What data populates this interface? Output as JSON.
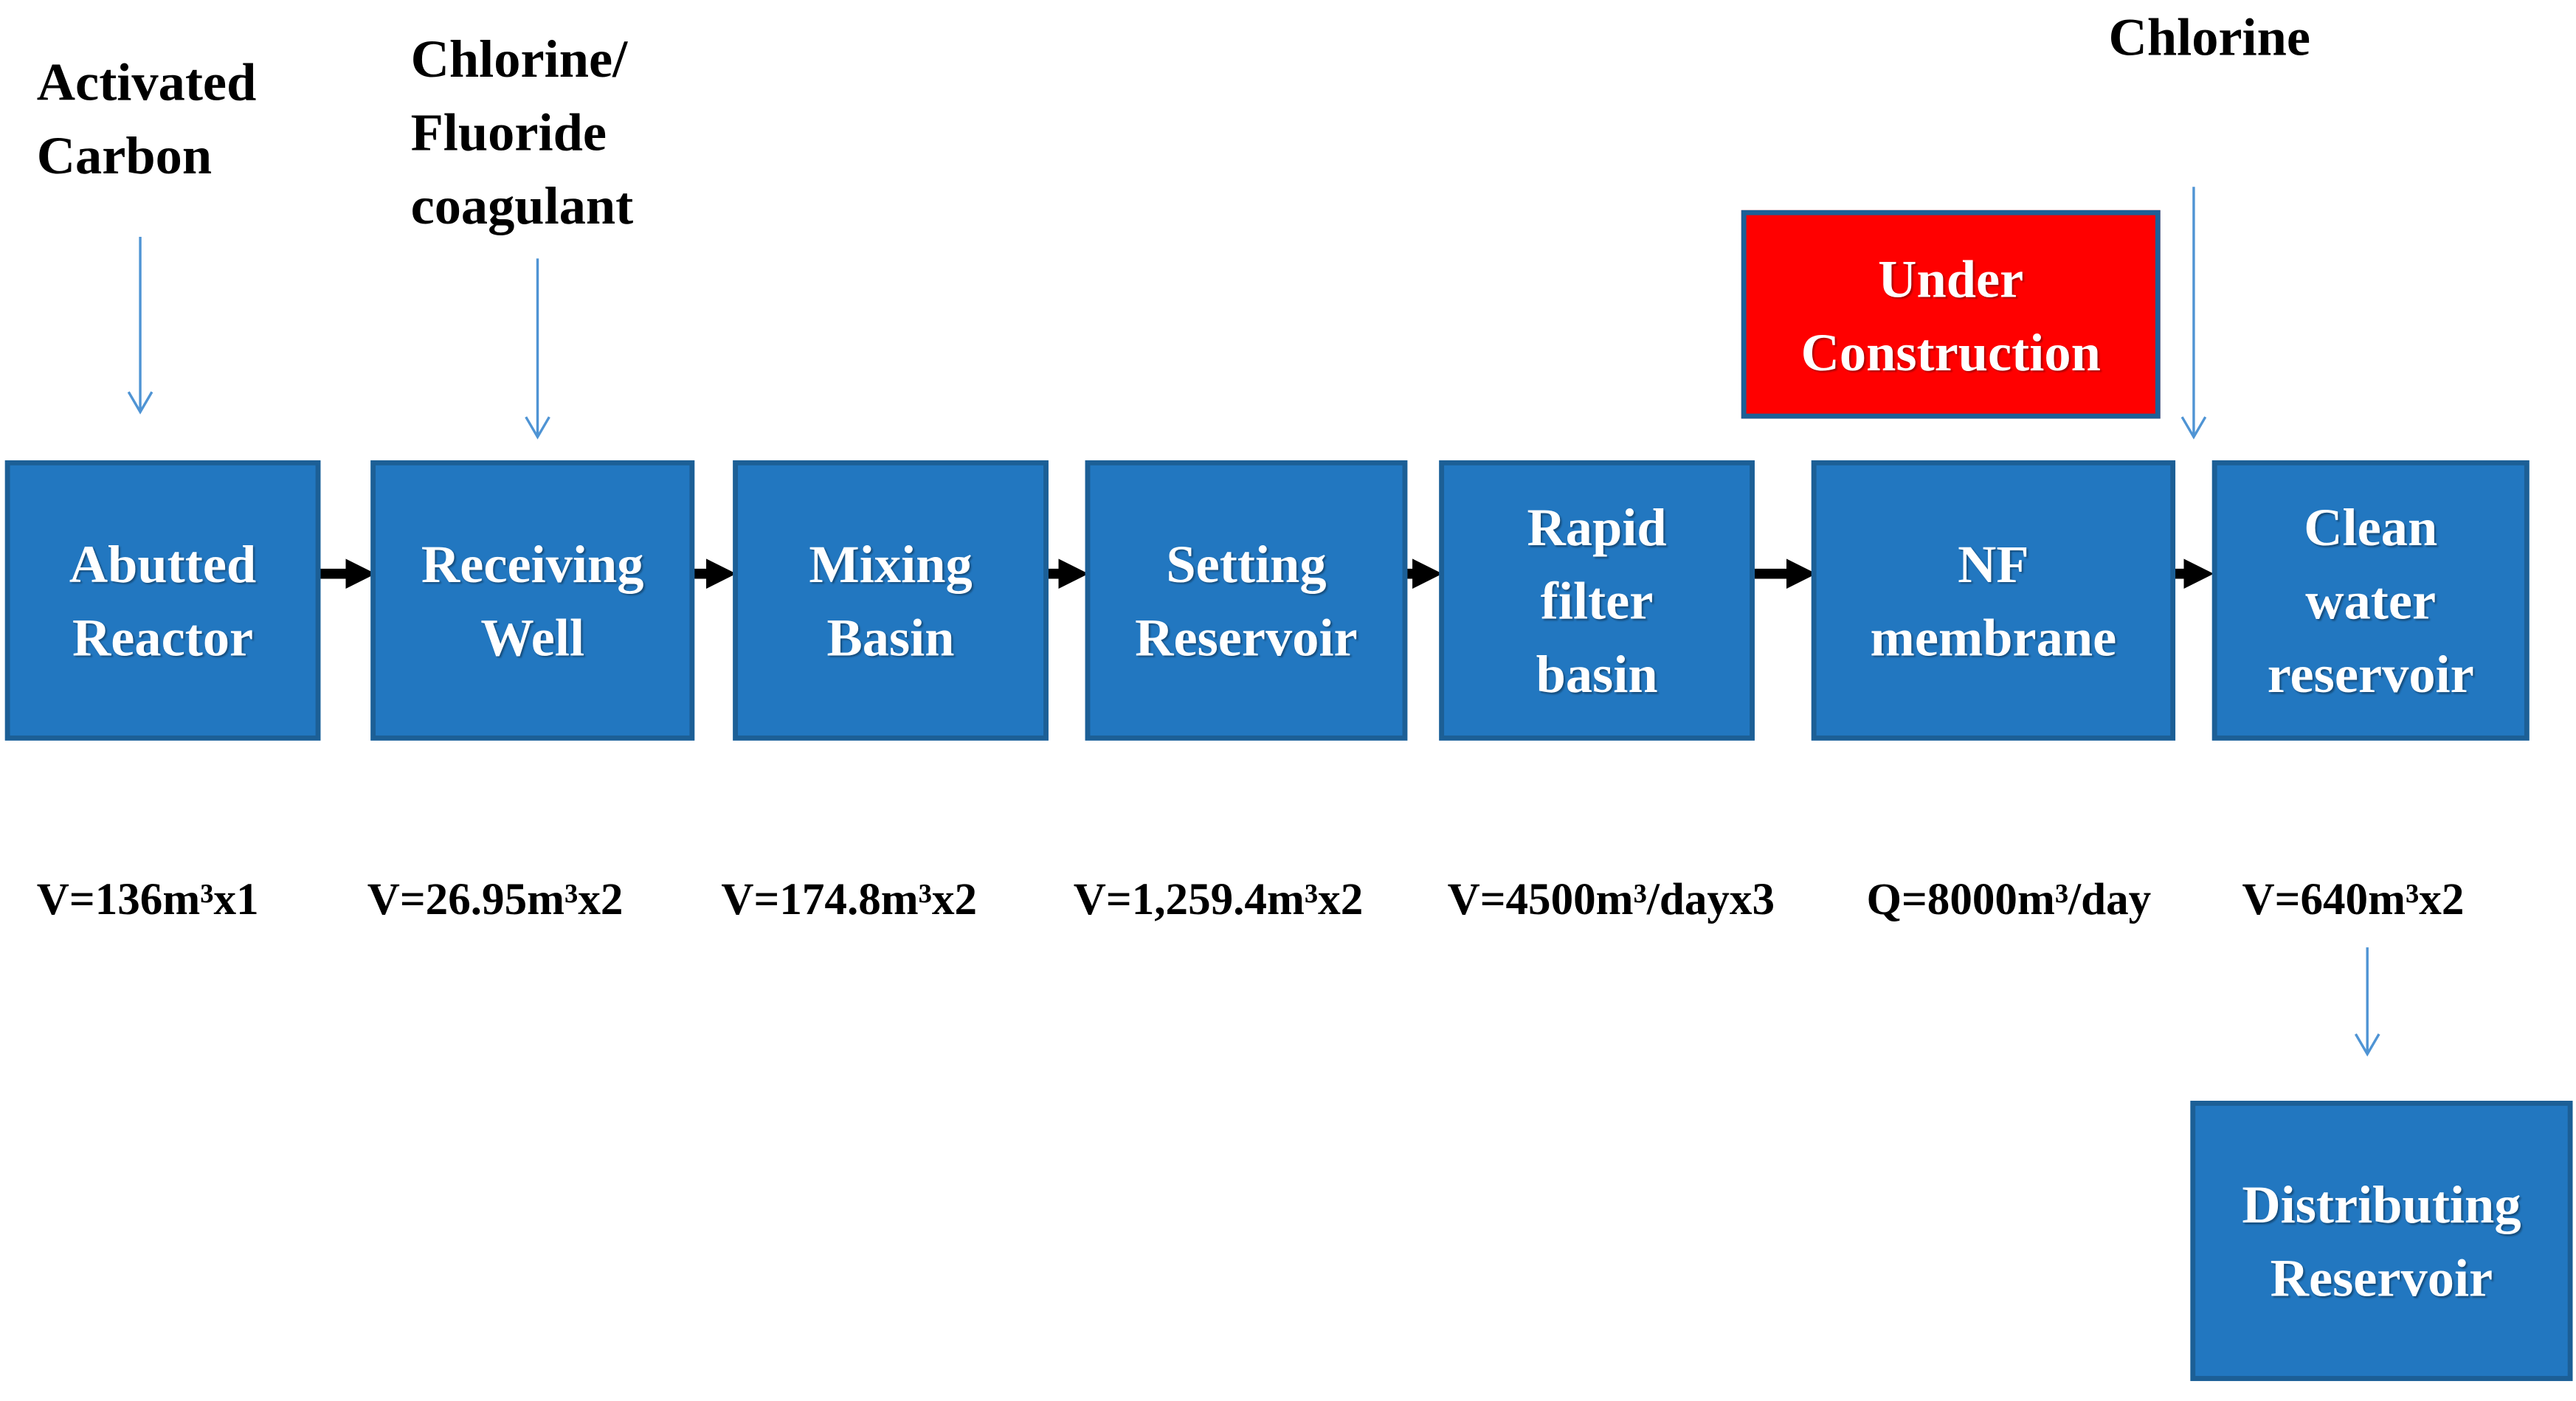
{
  "inputs": {
    "activated_carbon": "Activated\nCarbon",
    "chlorine_fluoride": "Chlorine/\nFluoride\ncoagulant",
    "chlorine": "Chlorine"
  },
  "status_box": "Under\nConstruction",
  "stages": [
    {
      "label": "Abutted\nReactor",
      "spec": "V=136m³x1"
    },
    {
      "label": "Receiving\nWell",
      "spec": "V=26.95m³x2"
    },
    {
      "label": "Mixing\nBasin",
      "spec": "V=174.8m³x2"
    },
    {
      "label": "Setting\nReservoir",
      "spec": "V=1,259.4m³x2"
    },
    {
      "label": "Rapid\nfilter\nbasin",
      "spec": "V=4500m³/dayx3"
    },
    {
      "label": "NF\nmembrane",
      "spec": "Q=8000m³/day"
    },
    {
      "label": "Clean\nwater\nreservoir",
      "spec": "V=640m³x2"
    }
  ],
  "final_stage": "Distributing\nReservoir",
  "colors": {
    "box_fill": "#2277c0",
    "box_border": "#1c5f96",
    "status_fill": "#ff0000",
    "input_arrow": "#4f94d4",
    "flow_arrow": "#000000"
  }
}
